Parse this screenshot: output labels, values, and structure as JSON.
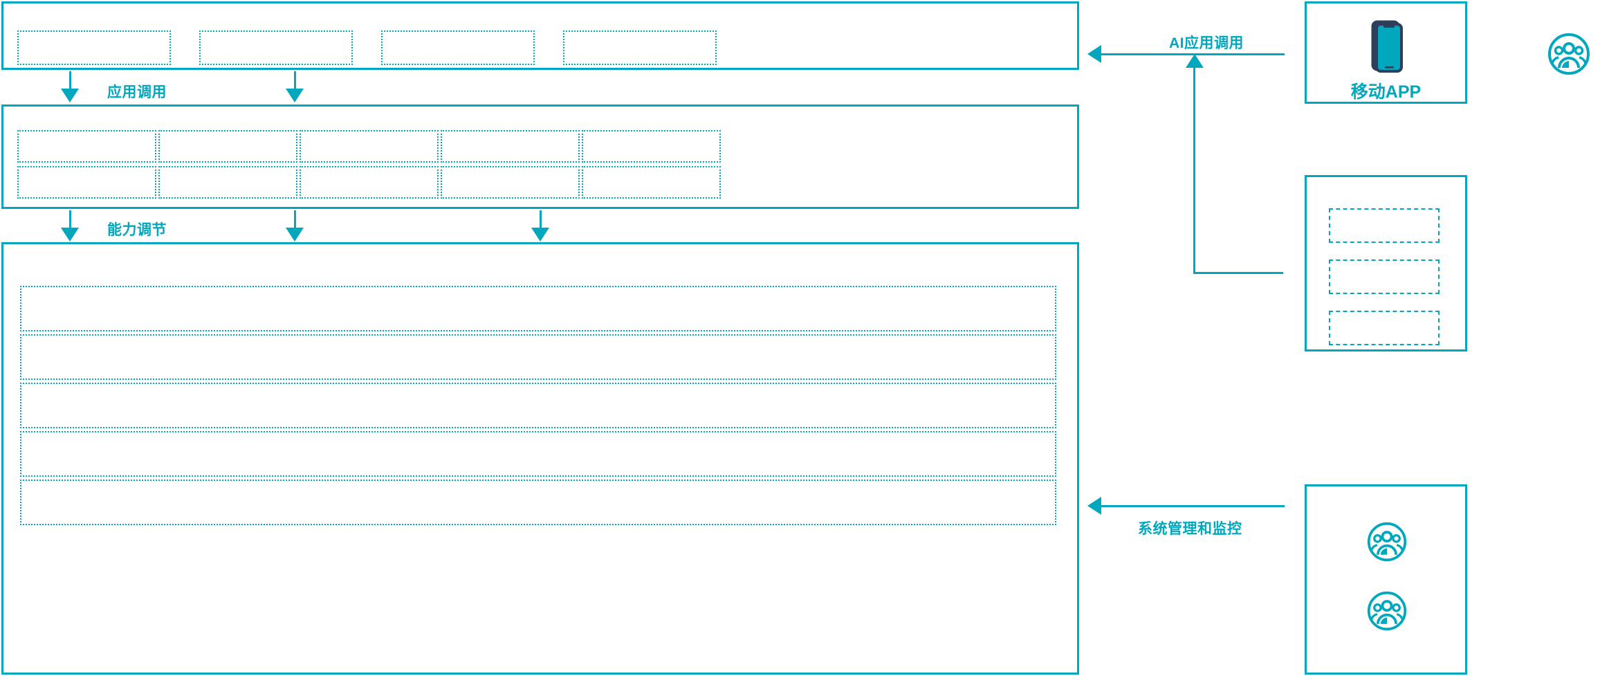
{
  "diagram": {
    "accent_color": "#00a7bd",
    "phone_frame_color": "#2e3f5c",
    "phone_screen_color": "#00a7bd",
    "background_color": "#ffffff"
  },
  "layers": {
    "application_layer": {
      "name": "application-layer",
      "slots": [
        {
          "label": ""
        },
        {
          "label": ""
        },
        {
          "label": ""
        },
        {
          "label": ""
        }
      ]
    },
    "capability_layer": {
      "name": "capability-layer",
      "slots_row1": [
        {
          "label": ""
        },
        {
          "label": ""
        },
        {
          "label": ""
        },
        {
          "label": ""
        },
        {
          "label": ""
        }
      ],
      "slots_row2": [
        {
          "label": ""
        },
        {
          "label": ""
        },
        {
          "label": ""
        },
        {
          "label": ""
        },
        {
          "label": ""
        }
      ]
    },
    "platform_layer": {
      "name": "platform-layer",
      "slots": [
        {
          "label": ""
        },
        {
          "label": ""
        },
        {
          "label": ""
        },
        {
          "label": ""
        },
        {
          "label": ""
        }
      ]
    }
  },
  "flows": {
    "app_invoke": "应用调用",
    "capability_adjust": "能力调节",
    "ai_app_invoke": "AI应用调用",
    "system_admin_monitor": "系统管理和监控"
  },
  "right_column": {
    "mobile_app": {
      "caption": "移动APP",
      "icon": "mobile-phone-icon"
    },
    "channel_panel": {
      "name": "channel-panel",
      "slots": [
        {
          "label": ""
        },
        {
          "label": ""
        },
        {
          "label": ""
        }
      ]
    },
    "admin_panel": {
      "name": "admin-panel",
      "icons": [
        {
          "icon": "user-group-icon"
        },
        {
          "icon": "user-group-icon"
        }
      ]
    },
    "end_user": {
      "icon": "user-group-icon"
    }
  }
}
